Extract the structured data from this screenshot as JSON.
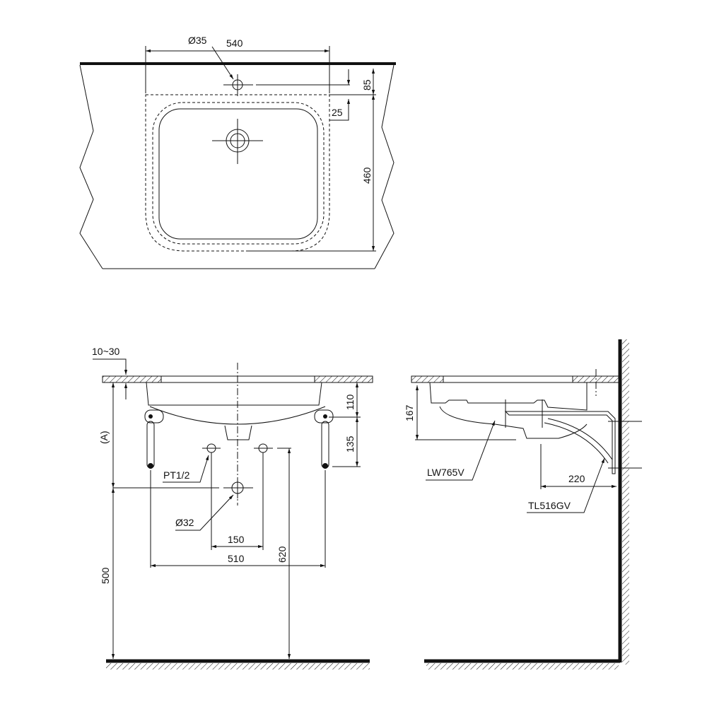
{
  "top_view": {
    "dim_width": "540",
    "dim_faucet_hole": "Ø35",
    "dim_hole_offset": "85",
    "dim_rim": "25",
    "dim_depth": "460"
  },
  "front_view": {
    "dim_counter_thickness": "10~30",
    "dim_a": "(A)",
    "dim_floor_height": "500",
    "dim_bowl_depth": "110",
    "dim_bracket": "135",
    "label_supply": "PT1/2",
    "label_drain": "Ø32",
    "dim_supply_spacing": "150",
    "dim_bracket_spacing": "510",
    "dim_supply_height": "620"
  },
  "side_view": {
    "dim_height": "167",
    "label_bracket": "LW765V",
    "label_trap": "TL516GV",
    "dim_trap_offset": "220"
  }
}
